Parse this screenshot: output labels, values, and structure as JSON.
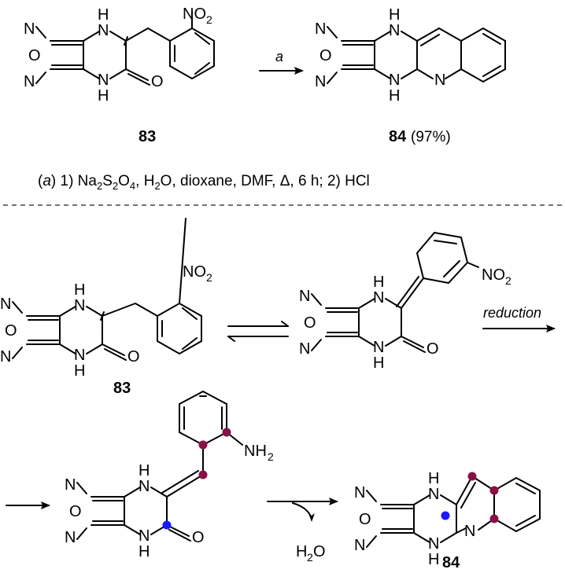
{
  "colors": {
    "bond": "#000000",
    "marker_purple": "#8a1048",
    "marker_blue": "#1a1aff"
  },
  "top_reaction": {
    "start": {
      "number": "83",
      "nitro_group": "NO2"
    },
    "arrow_label": "a",
    "product": {
      "number": "84",
      "yield": "(97%)"
    },
    "conditions": {
      "prefix": "(",
      "label": "a",
      "part1": ") 1) Na",
      "s1": "2",
      "part2": "S",
      "s2": "2",
      "part3": "O",
      "s3": "4",
      "part4": ", H",
      "s4": "2",
      "part5": "O, dioxane, DMF, Δ, 6 h; 2) HCl"
    }
  },
  "mechanism": {
    "start_number": "83",
    "nitro_group": "NO2",
    "reduction_label": "reduction",
    "amine_group": "NH2",
    "water": "H2O",
    "product_number": "84"
  }
}
